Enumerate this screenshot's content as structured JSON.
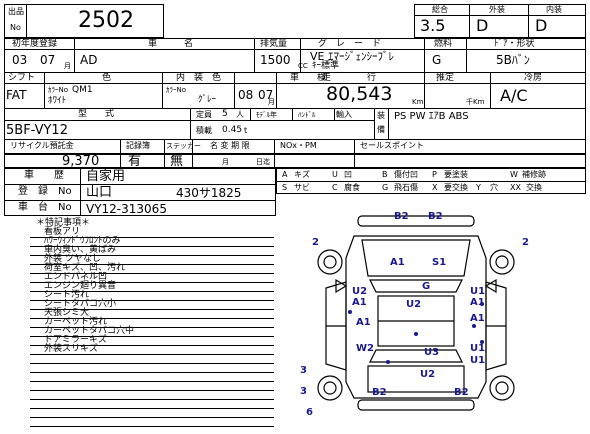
{
  "header": {
    "lot_label_top": "出品",
    "lot_label_bottom": "No",
    "lot_no": "2502",
    "grade_label_total": "総合",
    "grade_label_exterior": "外装",
    "grade_label_interior": "内装",
    "grade_total": "3.5",
    "grade_exterior": "D",
    "grade_interior": "D"
  },
  "row1": {
    "reg_label": "初年度登録",
    "name_label": "車　　　名",
    "cc_label": "排気量",
    "grade_label": "グ　レ　ー　ド",
    "fuel_label": "燃料",
    "shape_label": "ﾄﾞｱ・形状",
    "year": "03",
    "month": "07",
    "month_unit": "月",
    "car_name": "AD",
    "cc": "1500",
    "grade_line1": "VE ｴﾏｰｼﾞｪﾝｼｰﾌﾞﾚ",
    "grade_line2": "ｷｰ標準",
    "cc_unit": "CC",
    "fuel": "G",
    "shape": "5Bﾊﾞﾝ"
  },
  "row2": {
    "shift_label": "シフト",
    "color_label": "色",
    "interior_label": "内　装　色",
    "inspect_label": "車　　検",
    "mileage_label": "走　　　　行",
    "est_label": "推定",
    "ac_label": "冷房",
    "shift": "FAT",
    "color_no_label": "ｶﾗｰNo",
    "color_no": "QM1",
    "color_name": "ﾎﾜｲﾄ",
    "int_color_no_label": "ｶﾗｰNo",
    "int_color": "ｸﾞﾚｰ",
    "inspect_year": "08",
    "inspect_month": "07",
    "inspect_month_unit": "月",
    "mileage": "80,543",
    "mileage_unit": "Km",
    "thousand_km": "千Km",
    "ac": "A/C"
  },
  "row3": {
    "model_label": "型　　式",
    "seats_label": "定員",
    "seats": "5",
    "seats_unit": "人",
    "model_year_label": "ﾓﾃﾞﾙ年",
    "handle_label": "ﾊﾝﾄﾞﾙ",
    "import_label": "輸入",
    "equip_label_1": "装",
    "equip_label_2": "備",
    "model": "5BF-VY12",
    "load_label": "積載",
    "load": "0.45",
    "load_unit": "t",
    "equipment": "PS PW ｴｱB ABS"
  },
  "row4": {
    "recycle_label": "リサイクル預託金",
    "record_label": "記録簿",
    "sticker_label": "ステッカー",
    "name_change_label": "名 変 期 限",
    "nox_label": "NOx・PM",
    "sales_label": "セールスポイント",
    "recycle": "9,370",
    "record": "有",
    "sticker": "無",
    "month_unit": "月",
    "day_unit": "日迄"
  },
  "history": {
    "history_label": "車　　歴",
    "history": "自家用",
    "reg_label": "登　録　No",
    "reg_pref": "山口",
    "reg_no": "430サ1825",
    "chassis_label": "車　台　No",
    "chassis": "VY12-313065"
  },
  "legend": [
    {
      "code": "A",
      "text": "キズ"
    },
    {
      "code": "U",
      "text": "凹"
    },
    {
      "code": "P",
      "text": "要塗装"
    },
    {
      "code": "W",
      "text": "補修跡"
    },
    {
      "code": "S",
      "text": "サビ"
    },
    {
      "code": "C",
      "text": "腐食"
    },
    {
      "code": "G",
      "text": "飛石傷"
    },
    {
      "code": "X",
      "text": "要交換"
    },
    {
      "code": "B",
      "text": "傷付凹"
    },
    {
      "code": "Y",
      "text": "穴"
    },
    {
      "code": "XX",
      "text": "交換"
    }
  ],
  "notes": {
    "title": "＊特記事項＊",
    "items": [
      "看板アリ",
      "ﾊﾜｰｳｨﾝﾄﾞｳﾌﾛﾝﾄのみ",
      "車内臭い、黄ばみ",
      "外装 ツヤなし",
      "荷室キズ、凹、汚れ",
      "エンドパネル凹",
      "エンジン廻り異音",
      "シート汚れ",
      "シートタバコ穴小",
      "天張シミ大",
      "カーペット汚れ",
      "カーペットタバコ穴中",
      "ドアミラーキズ",
      "外装スリキズ"
    ]
  },
  "diagram": {
    "marks": [
      "B2",
      "B2",
      "2",
      "2",
      "A1",
      "S1",
      "G",
      "U2",
      "A1",
      "U1",
      "A1",
      "U2",
      "A1",
      "A1",
      "W2",
      "U1",
      "U3",
      "U1",
      "U2",
      "3",
      "3",
      "B2",
      "B2",
      "6"
    ]
  },
  "colors": {
    "marks": "#1a1a8c",
    "line": "#000000"
  }
}
